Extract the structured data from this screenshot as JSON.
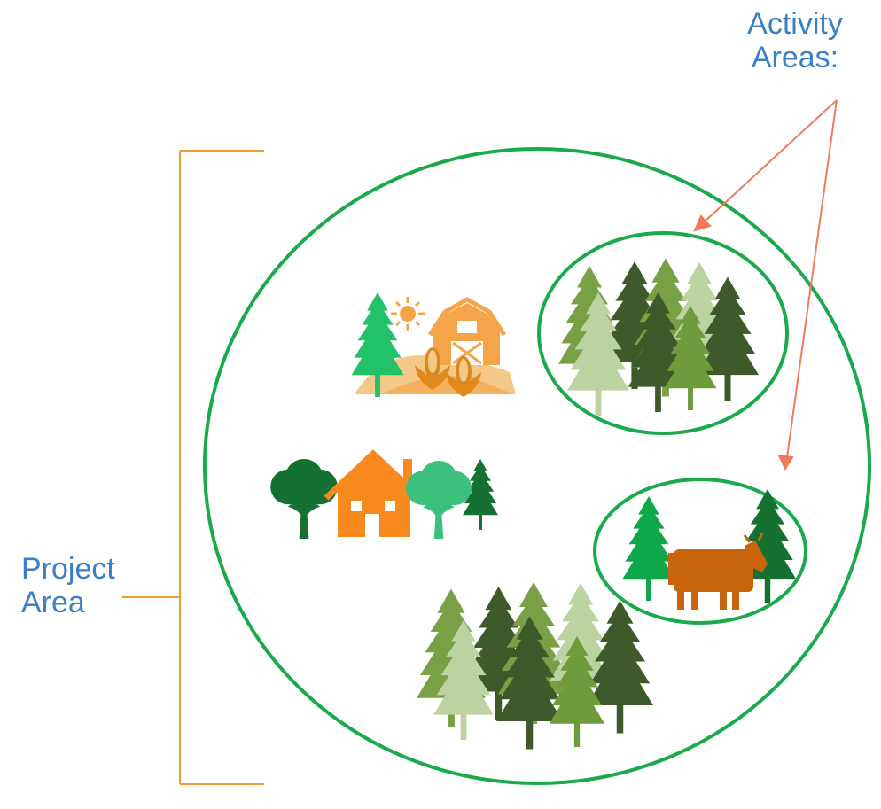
{
  "labels": {
    "activity_areas": [
      "Activity",
      "Areas:"
    ],
    "project_area": [
      "Project",
      "Area"
    ]
  },
  "colors": {
    "circle": "#1aaa4b",
    "bracket": "#f39a36",
    "arrow": "#f07a5a",
    "label": "#3b7fc4",
    "pine_light": "#77a144",
    "pine_dark": "#3f5a2a",
    "pine_pale": "#bcd3a1",
    "pine_mid": "#6e9c3c",
    "bright_green": "#22c26b",
    "deciduous_dark": "#157132",
    "deciduous_light": "#3cc07b",
    "house_orange": "#f7891f",
    "farm_orange": "#f4a54a",
    "farm_hill": "#f6c887",
    "cow": "#c8650c"
  },
  "icons": {
    "farm": "farm-icon",
    "house": "house-with-trees-icon",
    "forest": "pine-forest-icon",
    "cow": "cow-icon"
  }
}
